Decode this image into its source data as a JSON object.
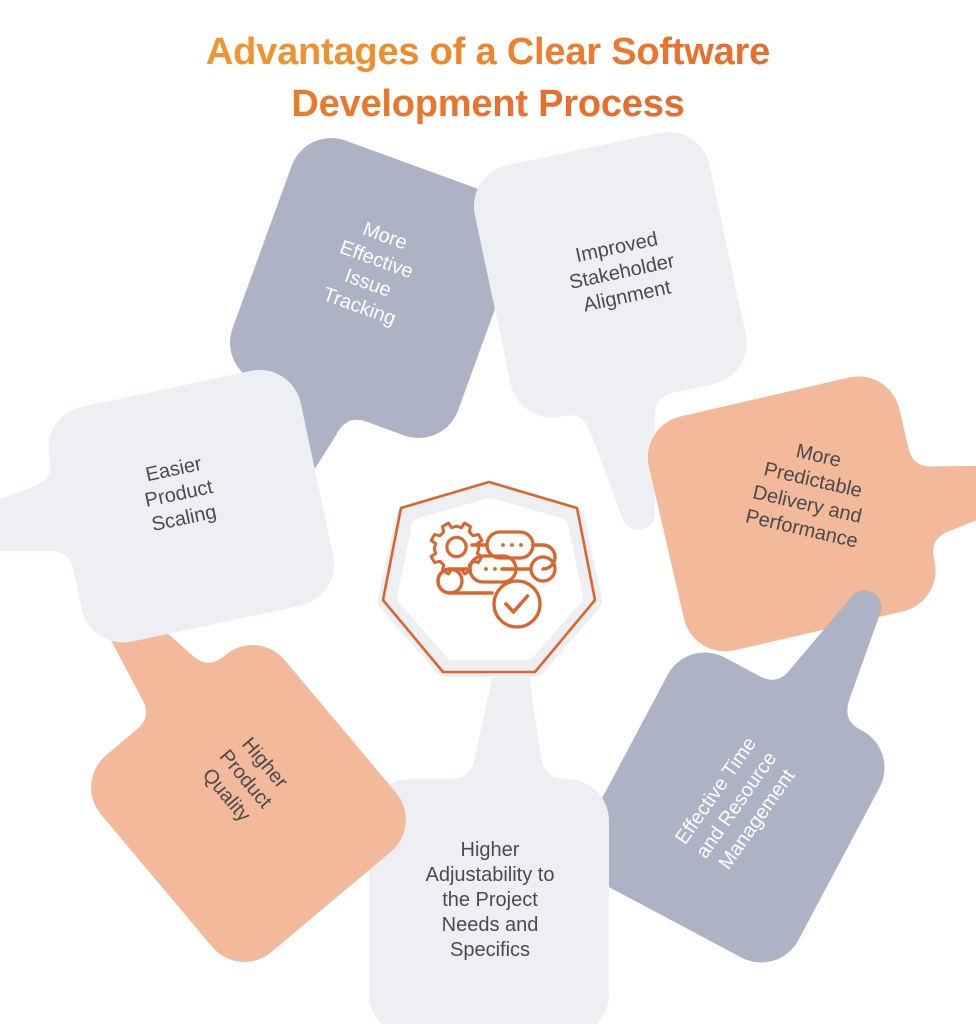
{
  "title": {
    "line1": "Advantages of a Clear Software",
    "line2": "Development Process",
    "full": "Advantages of a Clear Software Development Process"
  },
  "colors": {
    "accent_orange": "#d9662f",
    "title_gradient_start": "#f0a12c",
    "title_gradient_end": "#e7602b",
    "petal_gray_blue": "#adb3c4",
    "petal_peach": "#f2b99a",
    "petal_light_gray": "#edeff2",
    "text_dark": "#4b4b4d",
    "text_light": "#ffffff",
    "background": "#ffffff"
  },
  "center": {
    "icon_name": "process-gear-workflow-check-icon",
    "shape": "heptagon",
    "outline_color": "#d9662f",
    "inner_ring_color": "#edeff2"
  },
  "petals": [
    {
      "id": "more-effective-issue-tracking",
      "label": "More\nEffective\nIssue\nTracking",
      "fill": "#adb3c4",
      "text_color": "#ffffff",
      "rotation_deg": 20,
      "position": "top-left"
    },
    {
      "id": "improved-stakeholder-alignment",
      "label": "Improved\nStakeholder\nAlignment",
      "fill": "#edeff2",
      "text_color": "#4b4b4d",
      "rotation_deg": -12,
      "position": "top-right"
    },
    {
      "id": "more-predictable-delivery-and-performance",
      "label": "More\nPredictable\nDelivery and\nPerformance",
      "fill": "#f2b99a",
      "text_color": "#4b4b4d",
      "rotation_deg": 13,
      "position": "right"
    },
    {
      "id": "effective-time-and-resource-management",
      "label": "Effective Time\nand Resource\nManagement",
      "fill": "#adb3c4",
      "text_color": "#ffffff",
      "rotation_deg": -55,
      "position": "bottom-right"
    },
    {
      "id": "higher-adjustability-to-the-project-needs-and-specifics",
      "label": "Higher\nAdjustability to\nthe Project\nNeeds and\nSpecifics",
      "fill": "#edeff2",
      "text_color": "#4b4b4d",
      "rotation_deg": 0,
      "position": "bottom"
    },
    {
      "id": "higher-product-quality",
      "label": "Higher\nProduct\nQuality",
      "fill": "#f2b99a",
      "text_color": "#4b4b4d",
      "rotation_deg": 50,
      "position": "bottom-left"
    },
    {
      "id": "easier-product-scaling",
      "label": "Easier\nProduct\nScaling",
      "fill": "#edeff2",
      "text_color": "#4b4b4d",
      "rotation_deg": -12,
      "position": "left"
    }
  ]
}
